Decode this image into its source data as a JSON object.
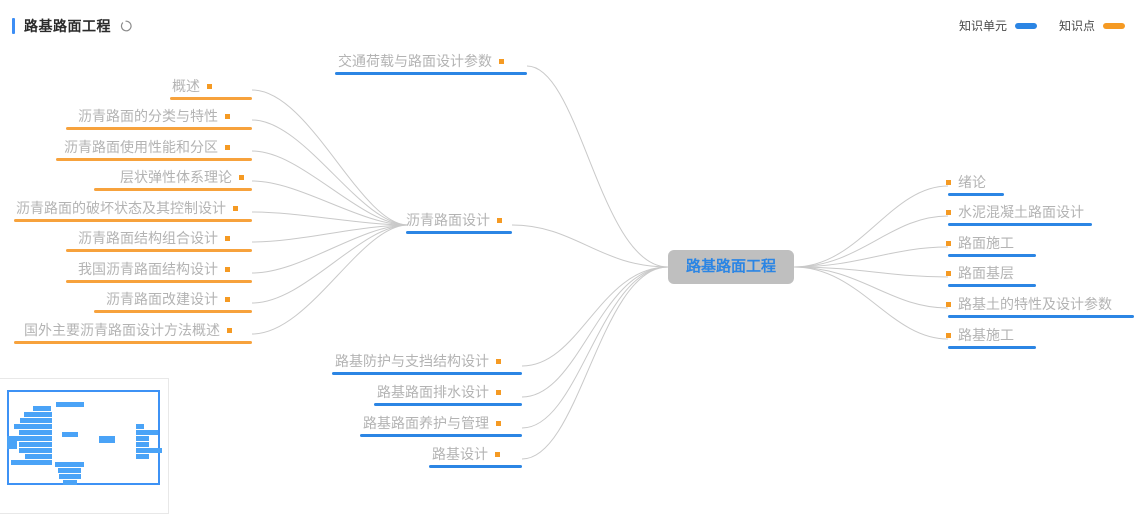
{
  "header": {
    "title": "路基路面工程",
    "spinner_icon": "loading-circle-icon"
  },
  "legend": {
    "items": [
      {
        "label": "知识单元",
        "color": "#2b85e4",
        "swatch_icon": "blue-bar-swatch"
      },
      {
        "label": "知识点",
        "color": "#f59a23",
        "swatch_icon": "orange-bar-swatch"
      }
    ]
  },
  "mindmap": {
    "root": {
      "label": "路基路面工程",
      "bg": "#bfbfbf",
      "color": "#2b85e4"
    },
    "branches_right": [
      {
        "label": "绪论",
        "underline": "#2b85e4",
        "bullet": "#f59a23"
      },
      {
        "label": "水泥混凝土路面设计",
        "underline": "#2b85e4",
        "bullet": "#f59a23"
      },
      {
        "label": "路面施工",
        "underline": "#2b85e4",
        "bullet": "#f59a23"
      },
      {
        "label": "路面基层",
        "underline": "#2b85e4",
        "bullet": "#f59a23"
      },
      {
        "label": "路基土的特性及设计参数",
        "underline": "#2b85e4",
        "bullet": "#f59a23"
      },
      {
        "label": "路基施工",
        "underline": "#2b85e4",
        "bullet": "#f59a23"
      }
    ],
    "branches_left_mid": [
      {
        "label": "交通荷载与路面设计参数",
        "underline": "#2b85e4",
        "bullet": "#f59a23"
      },
      {
        "label": "沥青路面设计",
        "underline": "#2b85e4",
        "bullet": "#f59a23"
      },
      {
        "label": "路基防护与支挡结构设计",
        "underline": "#2b85e4",
        "bullet": "#f59a23"
      },
      {
        "label": "路基路面排水设计",
        "underline": "#2b85e4",
        "bullet": "#f59a23"
      },
      {
        "label": "路基路面养护与管理",
        "underline": "#2b85e4",
        "bullet": "#f59a23"
      },
      {
        "label": "路基设计",
        "underline": "#2b85e4",
        "bullet": "#f59a23"
      }
    ],
    "leaves_left": [
      {
        "label": "概述",
        "underline": "#f7a23c",
        "bullet": "#f59a23"
      },
      {
        "label": "沥青路面的分类与特性",
        "underline": "#f7a23c",
        "bullet": "#f59a23"
      },
      {
        "label": "沥青路面使用性能和分区",
        "underline": "#f7a23c",
        "bullet": "#f59a23"
      },
      {
        "label": "层状弹性体系理论",
        "underline": "#f7a23c",
        "bullet": "#f59a23"
      },
      {
        "label": "沥青路面的破坏状态及其控制设计",
        "underline": "#f7a23c",
        "bullet": "#f59a23"
      },
      {
        "label": "沥青路面结构组合设计",
        "underline": "#f7a23c",
        "bullet": "#f59a23"
      },
      {
        "label": "我国沥青路面结构设计",
        "underline": "#f7a23c",
        "bullet": "#f59a23"
      },
      {
        "label": "沥青路面改建设计",
        "underline": "#f7a23c",
        "bullet": "#f59a23"
      },
      {
        "label": "国外主要沥青路面设计方法概述",
        "underline": "#f7a23c",
        "bullet": "#f59a23"
      }
    ]
  },
  "minimap": {
    "viewport_color": "#3d92f5",
    "node_color": "#4aa3f7"
  }
}
